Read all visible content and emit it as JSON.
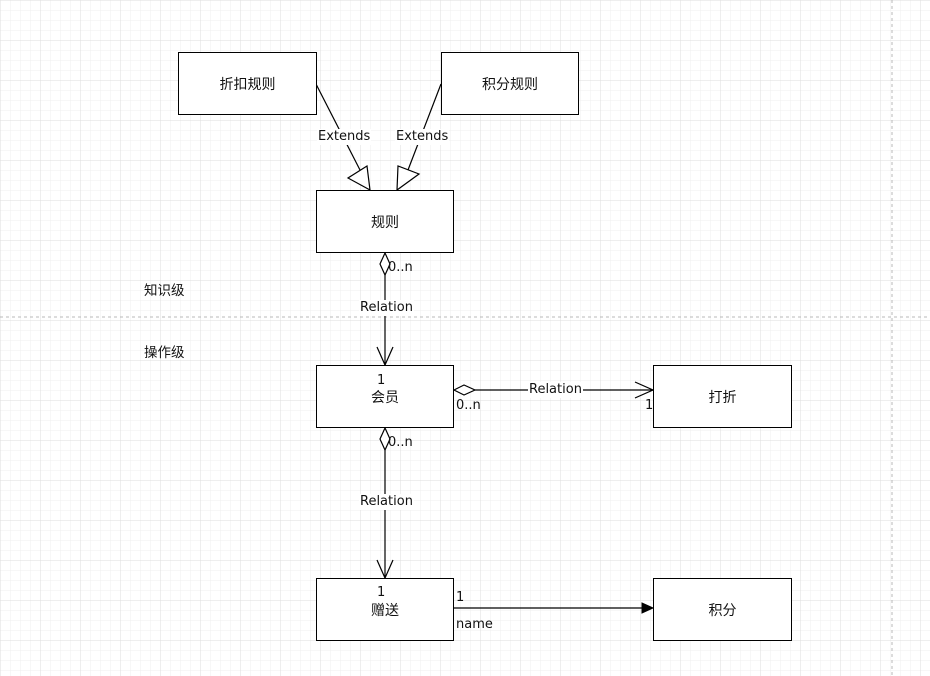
{
  "diagram": {
    "type": "uml-class-diagram",
    "sections": {
      "knowledge_level": "知识级",
      "operation_level": "操作级"
    },
    "nodes": {
      "discount_rule": "折扣规则",
      "points_rule": "积分规则",
      "rule": "规则",
      "member": "会员",
      "discount": "打折",
      "gift": "赠送",
      "points": "积分"
    },
    "edges": {
      "discount_rule_extends": {
        "label": "Extends"
      },
      "points_rule_extends": {
        "label": "Extends"
      },
      "rule_member": {
        "label": "Relation",
        "source_multiplicity": "0..n",
        "target_multiplicity": "1"
      },
      "member_discount": {
        "label": "Relation",
        "source_multiplicity": "0..n",
        "target_multiplicity": "1"
      },
      "member_gift": {
        "label": "Relation",
        "source_multiplicity": "0..n",
        "target_multiplicity": "1"
      },
      "gift_points": {
        "label": "name",
        "source_multiplicity": "1"
      }
    }
  }
}
